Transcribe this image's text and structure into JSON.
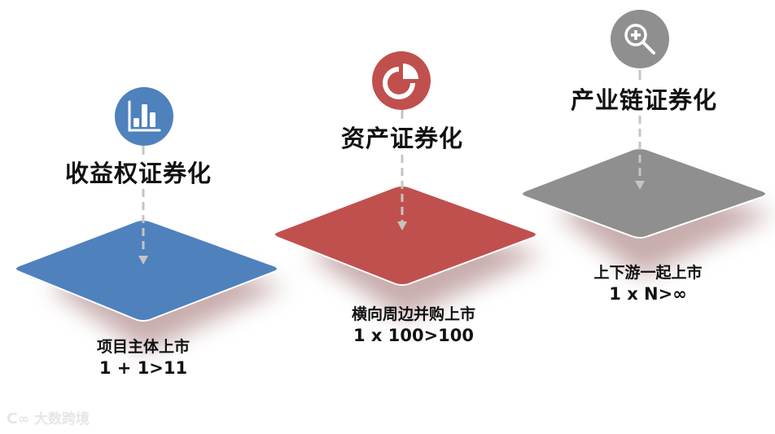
{
  "stages": [
    {
      "id": "income-rights",
      "title": "收益权证券化",
      "icon": "bar-chart-icon",
      "color": "#4f81bd",
      "caption_line1": "项目主体上市",
      "caption_line2": "1 + 1>11"
    },
    {
      "id": "asset",
      "title": "资产证券化",
      "icon": "pie-chart-icon",
      "color": "#c0504d",
      "caption_line1": "横向周边并购上市",
      "caption_line2": "1 x 100>100"
    },
    {
      "id": "industry-chain",
      "title": "产业链证券化",
      "icon": "zoom-in-icon",
      "color": "#8f8f8f",
      "caption_line1": "上下游一起上市",
      "caption_line2": "1 x N>∞"
    }
  ],
  "colors": {
    "connector": "#c0c0c0",
    "shadow": "#a07070",
    "text": "#111111"
  },
  "watermark": "大数跨境"
}
